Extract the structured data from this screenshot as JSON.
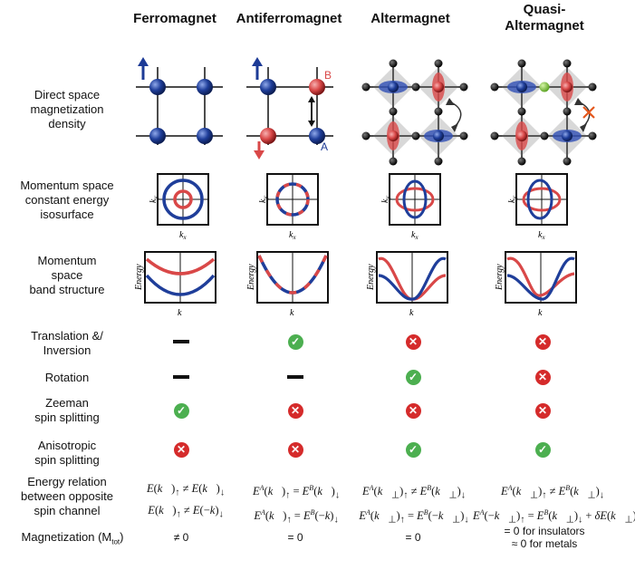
{
  "columns": {
    "ferro": "Ferromagnet",
    "antiferro": "Antiferromagnet",
    "alter": "Altermagnet",
    "quasi": "Quasi-\nAltermagnet"
  },
  "rows": {
    "direct": "Direct space\nmagnetization\ndensity",
    "isosurface": "Momentum space\nconstant energy\nisosurface",
    "bands": "Momentum\nspace\nband structure",
    "translation": "Translation &/\nInversion",
    "rotation": "Rotation",
    "zeeman": "Zeeman\nspin splitting",
    "anisotropic": "Anisotropic\nspin splitting",
    "energy_relation": "Energy relation\nbetween opposite\nspin channel",
    "magnetization": "Magnetization (M",
    "magnetization_sub": "tot",
    "magnetization_end": ")"
  },
  "site_labels": {
    "a": "A",
    "b": "B"
  },
  "axis_labels": {
    "ky": "k",
    "ky_sub": "y",
    "kx": "k",
    "kx_sub": "x",
    "energy": "Energy",
    "k": "k"
  },
  "symmetry": {
    "translation": [
      "none",
      "yes",
      "no",
      "no"
    ],
    "rotation": [
      "none",
      "none",
      "yes",
      "no"
    ],
    "zeeman": [
      "yes",
      "no",
      "no",
      "no"
    ],
    "anisotropic": [
      "no",
      "no",
      "yes",
      "yes"
    ]
  },
  "magnetization_values": {
    "ferro": "≠ 0",
    "antiferro": "= 0",
    "alter": "= 0",
    "quasi_1": "= 0 for insulators",
    "quasi_2": "≈ 0 for metals"
  },
  "colors": {
    "up": "#d94848",
    "down": "#1f3e9a",
    "green": "#7dc23b",
    "arrow_up": "#1d3b96",
    "arrow_down": "#d94848",
    "cross": "#e4571c"
  }
}
